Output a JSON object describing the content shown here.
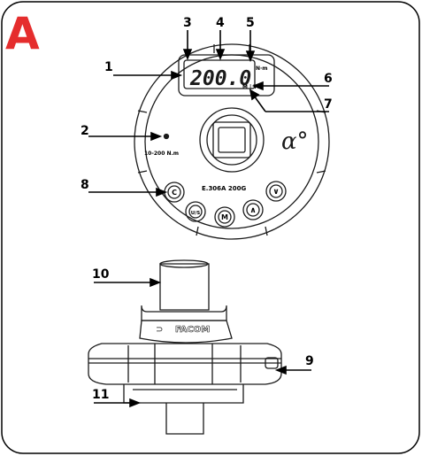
{
  "panel_letter": "A",
  "callouts": {
    "c1": "1",
    "c2": "2",
    "c3": "3",
    "c4": "4",
    "c5": "5",
    "c6": "6",
    "c7": "7",
    "c8": "8",
    "c9": "9",
    "c10": "10",
    "c11": "11"
  },
  "display": {
    "reading": "200.0",
    "unit": "N·m",
    "mode": "M | T"
  },
  "range_text": "10-200 N.m",
  "model_text": "E.306A 200G",
  "brand_text": "FACOM",
  "buttons": {
    "clear": "C",
    "units": "U/S",
    "memory": "M",
    "up": "∧",
    "down": "∨"
  },
  "colors": {
    "accent": "#e52d2d",
    "line": "#1a1a1a",
    "lcd_bg": "#ffffff"
  }
}
